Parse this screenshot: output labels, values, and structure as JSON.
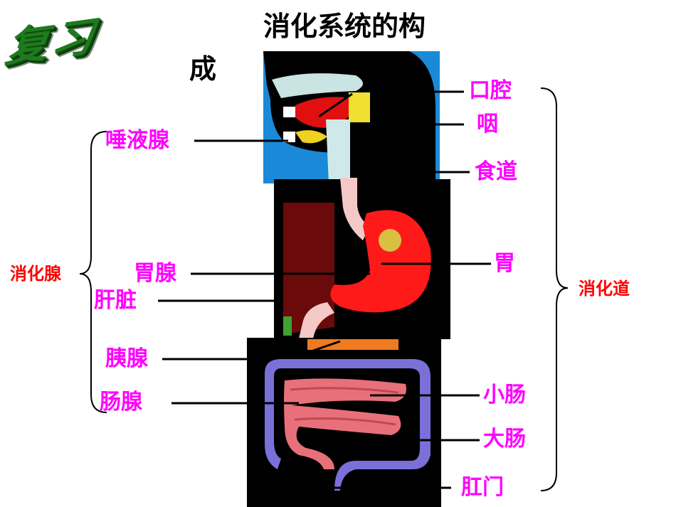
{
  "badge": "复习",
  "title_line1": "消化系统的构",
  "title_line2": "成",
  "organs": {
    "mouth": "口腔",
    "pharynx": "咽",
    "esophagus": "食道",
    "stomach": "胃",
    "small_intestine": "小肠",
    "large_intestine": "大肠",
    "anus": "肛门"
  },
  "glands": {
    "salivary": "唾液腺",
    "gastric": "胃腺",
    "liver": "肝脏",
    "pancreas": "胰腺",
    "intestinal": "肠腺"
  },
  "groups": {
    "glands": "消化腺",
    "tract": "消化道"
  },
  "colors": {
    "organ_label": "#ff00ff",
    "group_label": "#ff0000",
    "stomach": "#ff1a1a",
    "intestine": "#e8707a",
    "colon": "#7a70d8"
  }
}
